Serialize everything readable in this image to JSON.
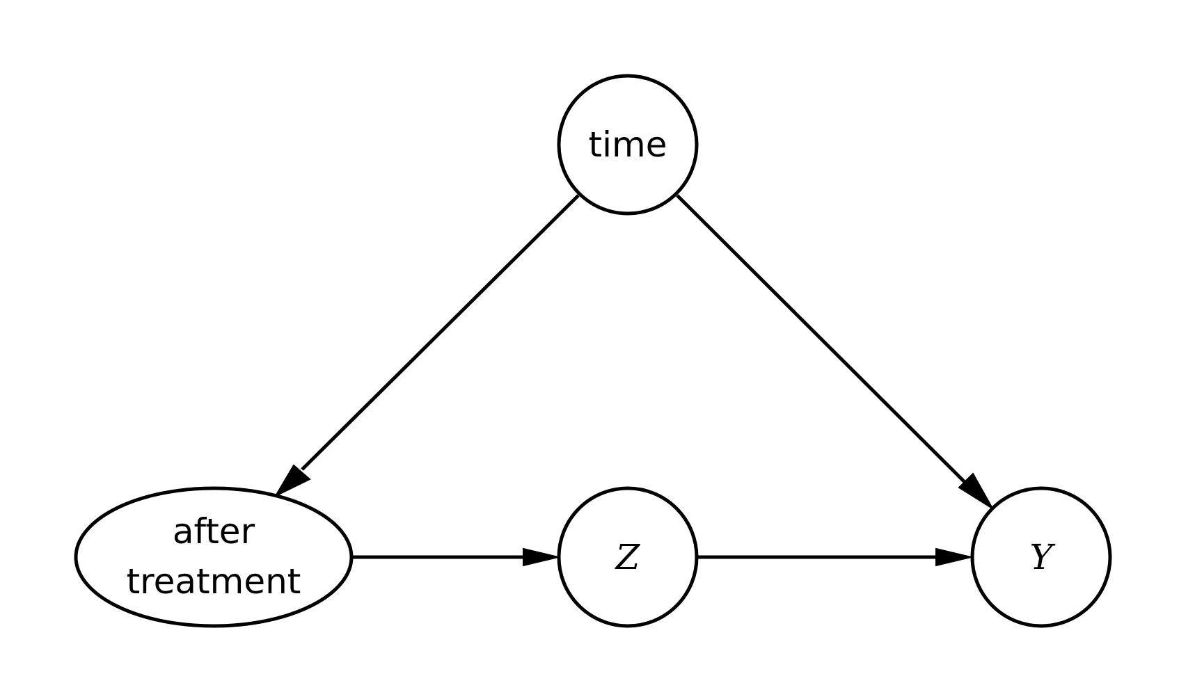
{
  "diagram": {
    "type": "causal-graph",
    "nodes": {
      "time": {
        "label": "time"
      },
      "after_treatment": {
        "label_line1": "after",
        "label_line2": "treatment"
      },
      "z": {
        "label": "Z"
      },
      "y": {
        "label": "Y"
      }
    },
    "edges": [
      {
        "from": "time",
        "to": "after treatment"
      },
      {
        "from": "time",
        "to": "Y"
      },
      {
        "from": "after treatment",
        "to": "Z"
      },
      {
        "from": "Z",
        "to": "Y"
      }
    ]
  },
  "colors": {
    "stroke": "#000000",
    "background": "#ffffff"
  }
}
